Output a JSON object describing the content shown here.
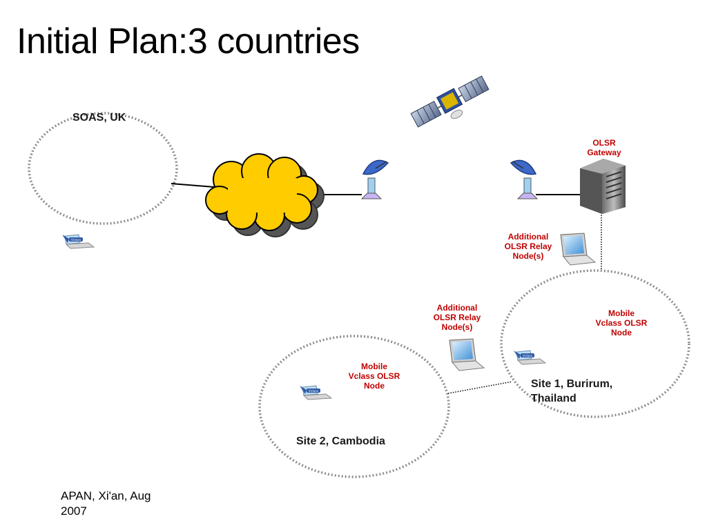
{
  "title": "Initial Plan:3 countries",
  "sites": {
    "soas": "SOAS, UK",
    "site1": "Site 1, Burirum, Thailand",
    "site2": "Site 2, Cambodia"
  },
  "labels": {
    "gateway": "OLSR\nGateway",
    "relay_site1": "Additional\nOLSR Relay\nNode(s)",
    "relay_site2": "Additional\nOLSR Relay\nNode(s)",
    "mobile_site1": "Mobile\nVclass OLSR\nNode",
    "mobile_site2": "Mobile\nVclass OLSR\nNode"
  },
  "icons": {
    "satellite": "satellite-icon",
    "dish": "satellite-dish-icon",
    "server": "server-icon",
    "laptop": "laptop-icon",
    "vclass_laptop": "vclass-laptop-icon",
    "cloud": "internet-cloud-icon"
  },
  "vclass_badge": "Vclass",
  "footer": "APAN, Xi'an, Aug 2007",
  "colors": {
    "cloud_fill": "#FFCC00",
    "label_red": "#C00000",
    "dotted_circle": "#888888"
  }
}
